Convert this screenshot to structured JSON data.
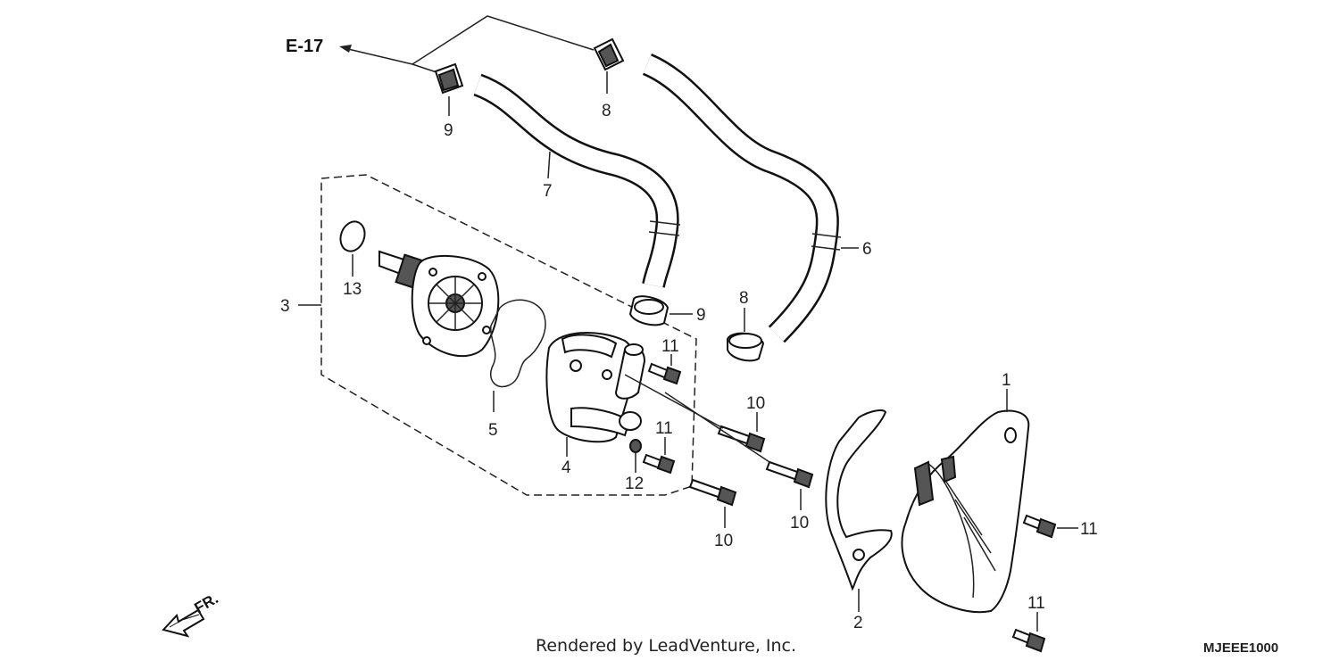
{
  "reference": "E-17",
  "callouts": {
    "c1": "1",
    "c2": "2",
    "c3": "3",
    "c4": "4",
    "c5": "5",
    "c6": "6",
    "c7": "7",
    "c8a": "8",
    "c8b": "8",
    "c9a": "9",
    "c9b": "9",
    "c10a": "10",
    "c10b": "10",
    "c10c": "10",
    "c11a": "11",
    "c11b": "11",
    "c11c": "11",
    "c11d": "11",
    "c12": "12",
    "c13": "13"
  },
  "direction_label": "FR.",
  "footer_text": "Rendered by LeadVenture, Inc.",
  "diagram_code": "MJEEE1000"
}
